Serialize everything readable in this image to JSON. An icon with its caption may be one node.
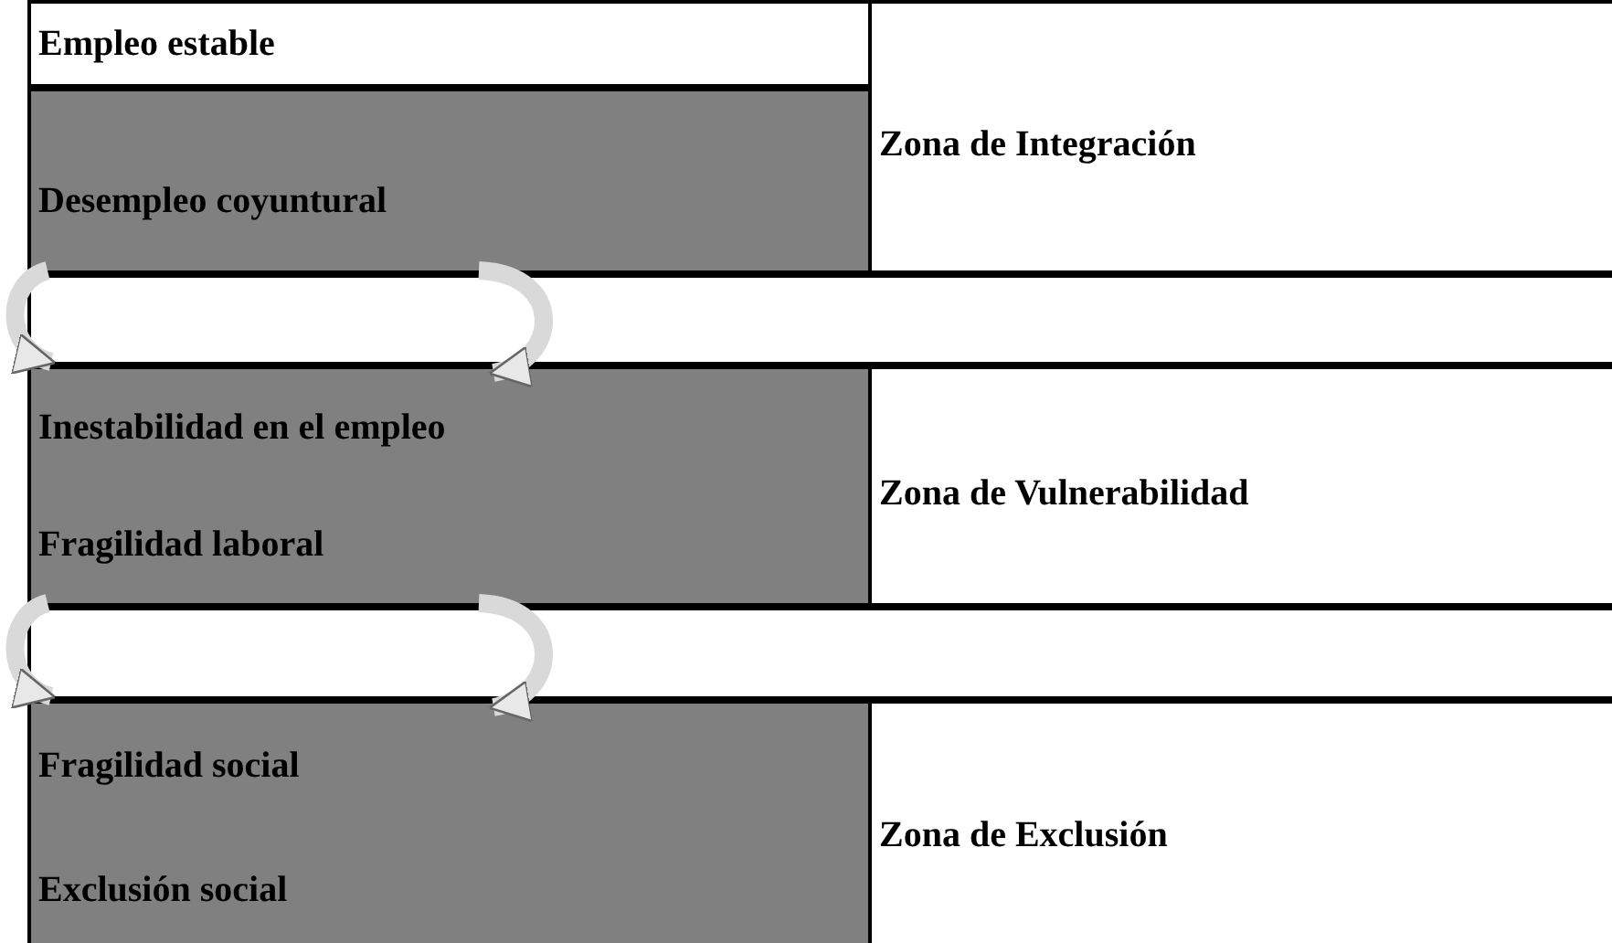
{
  "diagram": {
    "nodes": [
      {
        "text": [
          "Empleo estable"
        ]
      },
      {
        "text": [
          "Desempleo coyuntural"
        ]
      },
      {
        "text": [
          "Zona de Integración"
        ]
      },
      {
        "text": [
          "Inestabilidad en el empleo",
          "Fragilidad laboral"
        ]
      },
      {
        "text": [
          "Zona de Vulnerabilidad"
        ]
      },
      {
        "text": [
          "Fragilidad social",
          "Exclusión social"
        ]
      },
      {
        "text": [
          "Zona de Exclusión"
        ]
      }
    ],
    "edges": [
      {
        "from": 1,
        "to": 3,
        "arrow": "to"
      },
      {
        "from": 1,
        "to": 3,
        "arrow": "to"
      },
      {
        "from": 3,
        "to": 5,
        "arrow": "to"
      },
      {
        "from": 3,
        "to": 5,
        "arrow": "to"
      }
    ]
  }
}
